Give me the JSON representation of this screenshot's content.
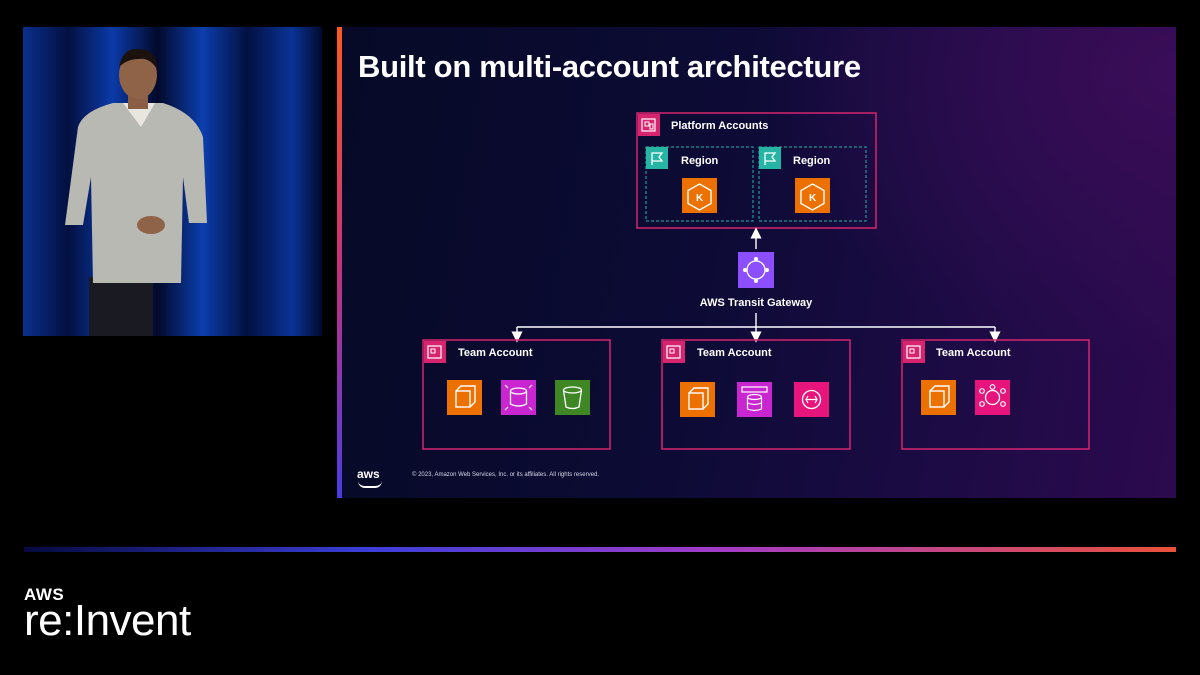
{
  "slide": {
    "title": "Built on multi-account architecture",
    "copyright": "© 2023, Amazon Web Services, Inc. or its affiliates. All rights reserved.",
    "footer_logo": "aws"
  },
  "diagram": {
    "platform": {
      "label": "Platform Accounts",
      "regions": [
        {
          "label": "Region",
          "service_icon": "eks-icon"
        },
        {
          "label": "Region",
          "service_icon": "eks-icon"
        }
      ]
    },
    "gateway": {
      "label": "AWS Transit Gateway",
      "icon": "transit-gateway-icon"
    },
    "teams": [
      {
        "label": "Team Account",
        "icons": [
          "ec2-icon",
          "rds-icon",
          "s3-bucket-icon"
        ]
      },
      {
        "label": "Team Account",
        "icons": [
          "ec2-icon",
          "elasticache-icon",
          "mq-icon"
        ]
      },
      {
        "label": "Team Account",
        "icons": [
          "ec2-icon",
          "eventbridge-icon"
        ]
      }
    ]
  },
  "event_logo": {
    "brand": "AWS",
    "name": "re:Invent"
  },
  "colors": {
    "account_border": "#d6246e",
    "region_border": "#26b5a5",
    "compute_orange": "#ed7100",
    "database_purple": "#c925d1",
    "storage_green": "#3f8624",
    "integration_pink": "#e7157b",
    "network_purple": "#8c4fff"
  }
}
